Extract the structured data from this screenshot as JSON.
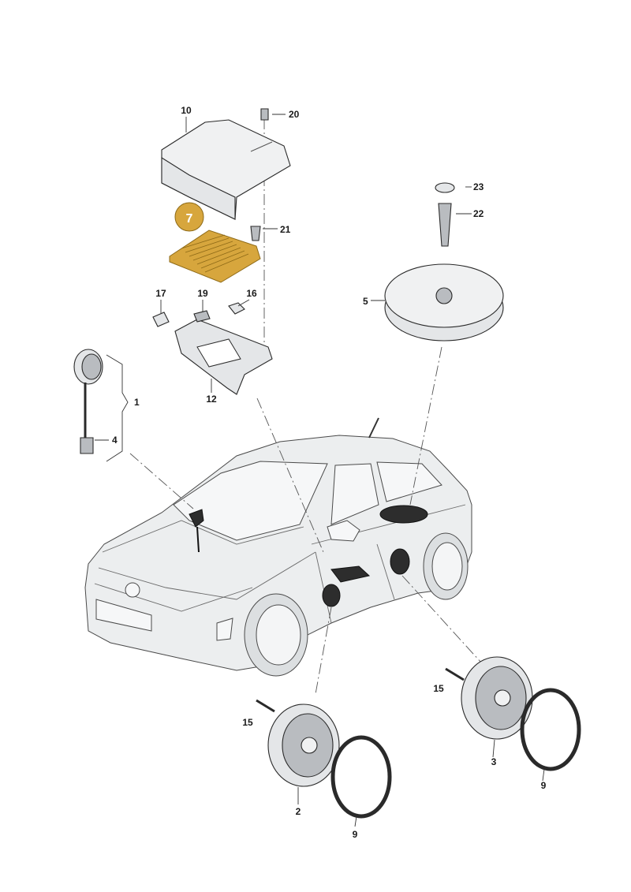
{
  "callouts": {
    "c1": "1",
    "c2": "2",
    "c3": "3",
    "c4": "4",
    "c5": "5",
    "c7": "7",
    "c9a": "9",
    "c9b": "9",
    "c10": "10",
    "c12": "12",
    "c15a": "15",
    "c15b": "15",
    "c16": "16",
    "c17": "17",
    "c19": "19",
    "c20": "20",
    "c21": "21",
    "c22": "22",
    "c23": "23"
  },
  "colors": {
    "highlight": "#d7a63d",
    "part_fill": "#e4e6e8",
    "speaker_zone": "#2d2d2d",
    "outline": "#2a2a2a"
  }
}
